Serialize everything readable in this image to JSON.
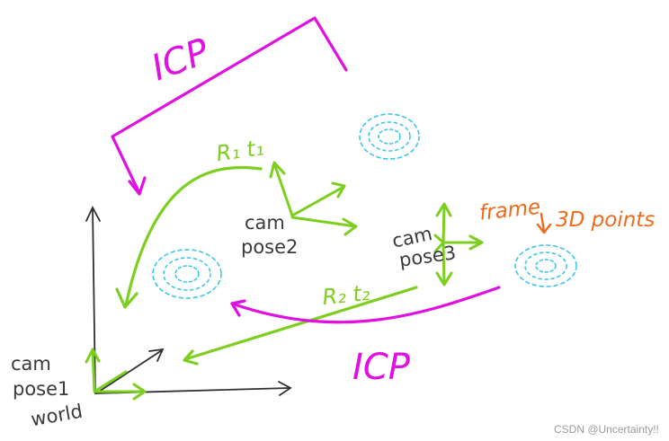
{
  "labels": {
    "icp_top": "ICP",
    "icp_bottom": "ICP",
    "r1t1": "R₁ t₁",
    "r2t2": "R₂ t₂",
    "cam_pose2_line1": "cam",
    "cam_pose2_line2": "pose2",
    "cam_pose3_line1": "cam",
    "cam_pose3_line2": "pose3",
    "cam_pose1_line1": "cam",
    "cam_pose1_line2": "pose1",
    "cam_pose1_line3": "world",
    "frame": "frame",
    "points": "3D points",
    "watermark": "CSDN @Uncertainty!!"
  },
  "colors": {
    "magenta": "#e010e0",
    "green": "#7ccf1f",
    "orange": "#f06a1a",
    "cyan": "#3cc6ec",
    "dark": "#303030"
  }
}
